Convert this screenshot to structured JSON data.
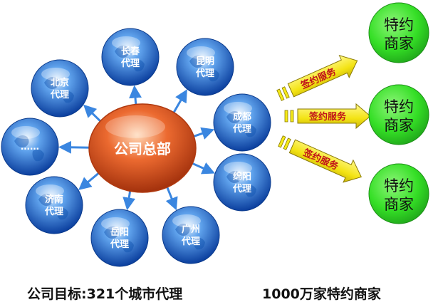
{
  "hub": {
    "label": "公司总部"
  },
  "agents": [
    {
      "line1": "长春",
      "line2": "代理"
    },
    {
      "line1": "昆明",
      "line2": "代理"
    },
    {
      "line1": "成都",
      "line2": "代理"
    },
    {
      "line1": "绵阳",
      "line2": "代理"
    },
    {
      "line1": "广州",
      "line2": "代理"
    },
    {
      "line1": "岳阳",
      "line2": "代理"
    },
    {
      "line1": "济南",
      "line2": "代理"
    },
    {
      "line1": "……",
      "line2": ""
    },
    {
      "line1": "北京",
      "line2": "代理"
    }
  ],
  "service_label": "签约服务",
  "merchants": [
    {
      "line1": "特约",
      "line2": "商家"
    },
    {
      "line1": "特约",
      "line2": "商家"
    },
    {
      "line1": "特约",
      "line2": "商家"
    }
  ],
  "footer": {
    "goal_cities": "公司目标:321个城市代理",
    "goal_merchants": "1000万家特约商家"
  },
  "colors": {
    "hub": "#d8501c",
    "globe": "#2f78d8",
    "connector": "#3a86e0",
    "service_arrow": "#f5ea18",
    "merchant": "#36e02a"
  }
}
